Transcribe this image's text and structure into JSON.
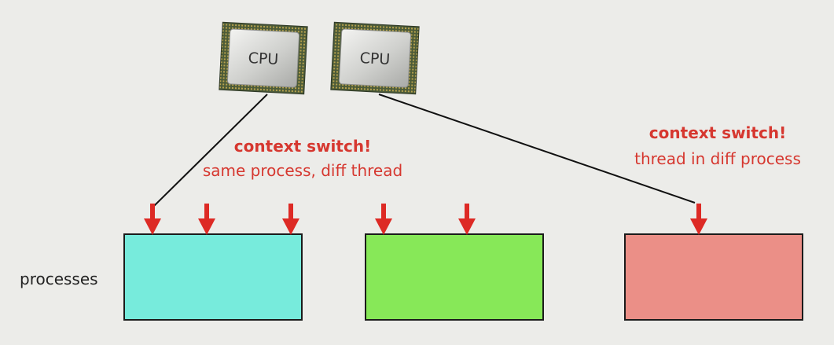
{
  "cpus": [
    {
      "label": "CPU"
    },
    {
      "label": "CPU"
    }
  ],
  "annotations": [
    {
      "title": "context switch!",
      "subtitle": "same process, diff thread"
    },
    {
      "title": "context switch!",
      "subtitle": "thread in diff process"
    }
  ],
  "processes_label": "processes",
  "processes": [
    {
      "color": "#77ebdc",
      "thread_count": 3
    },
    {
      "color": "#87e858",
      "thread_count": 2
    },
    {
      "color": "#eb8f87",
      "thread_count": 1
    }
  ],
  "colors": {
    "background": "#ecece9",
    "arrow": "#dd2a25",
    "annotation_text": "#d6372f",
    "line": "#111111",
    "box_border": "#1b1b1b"
  }
}
